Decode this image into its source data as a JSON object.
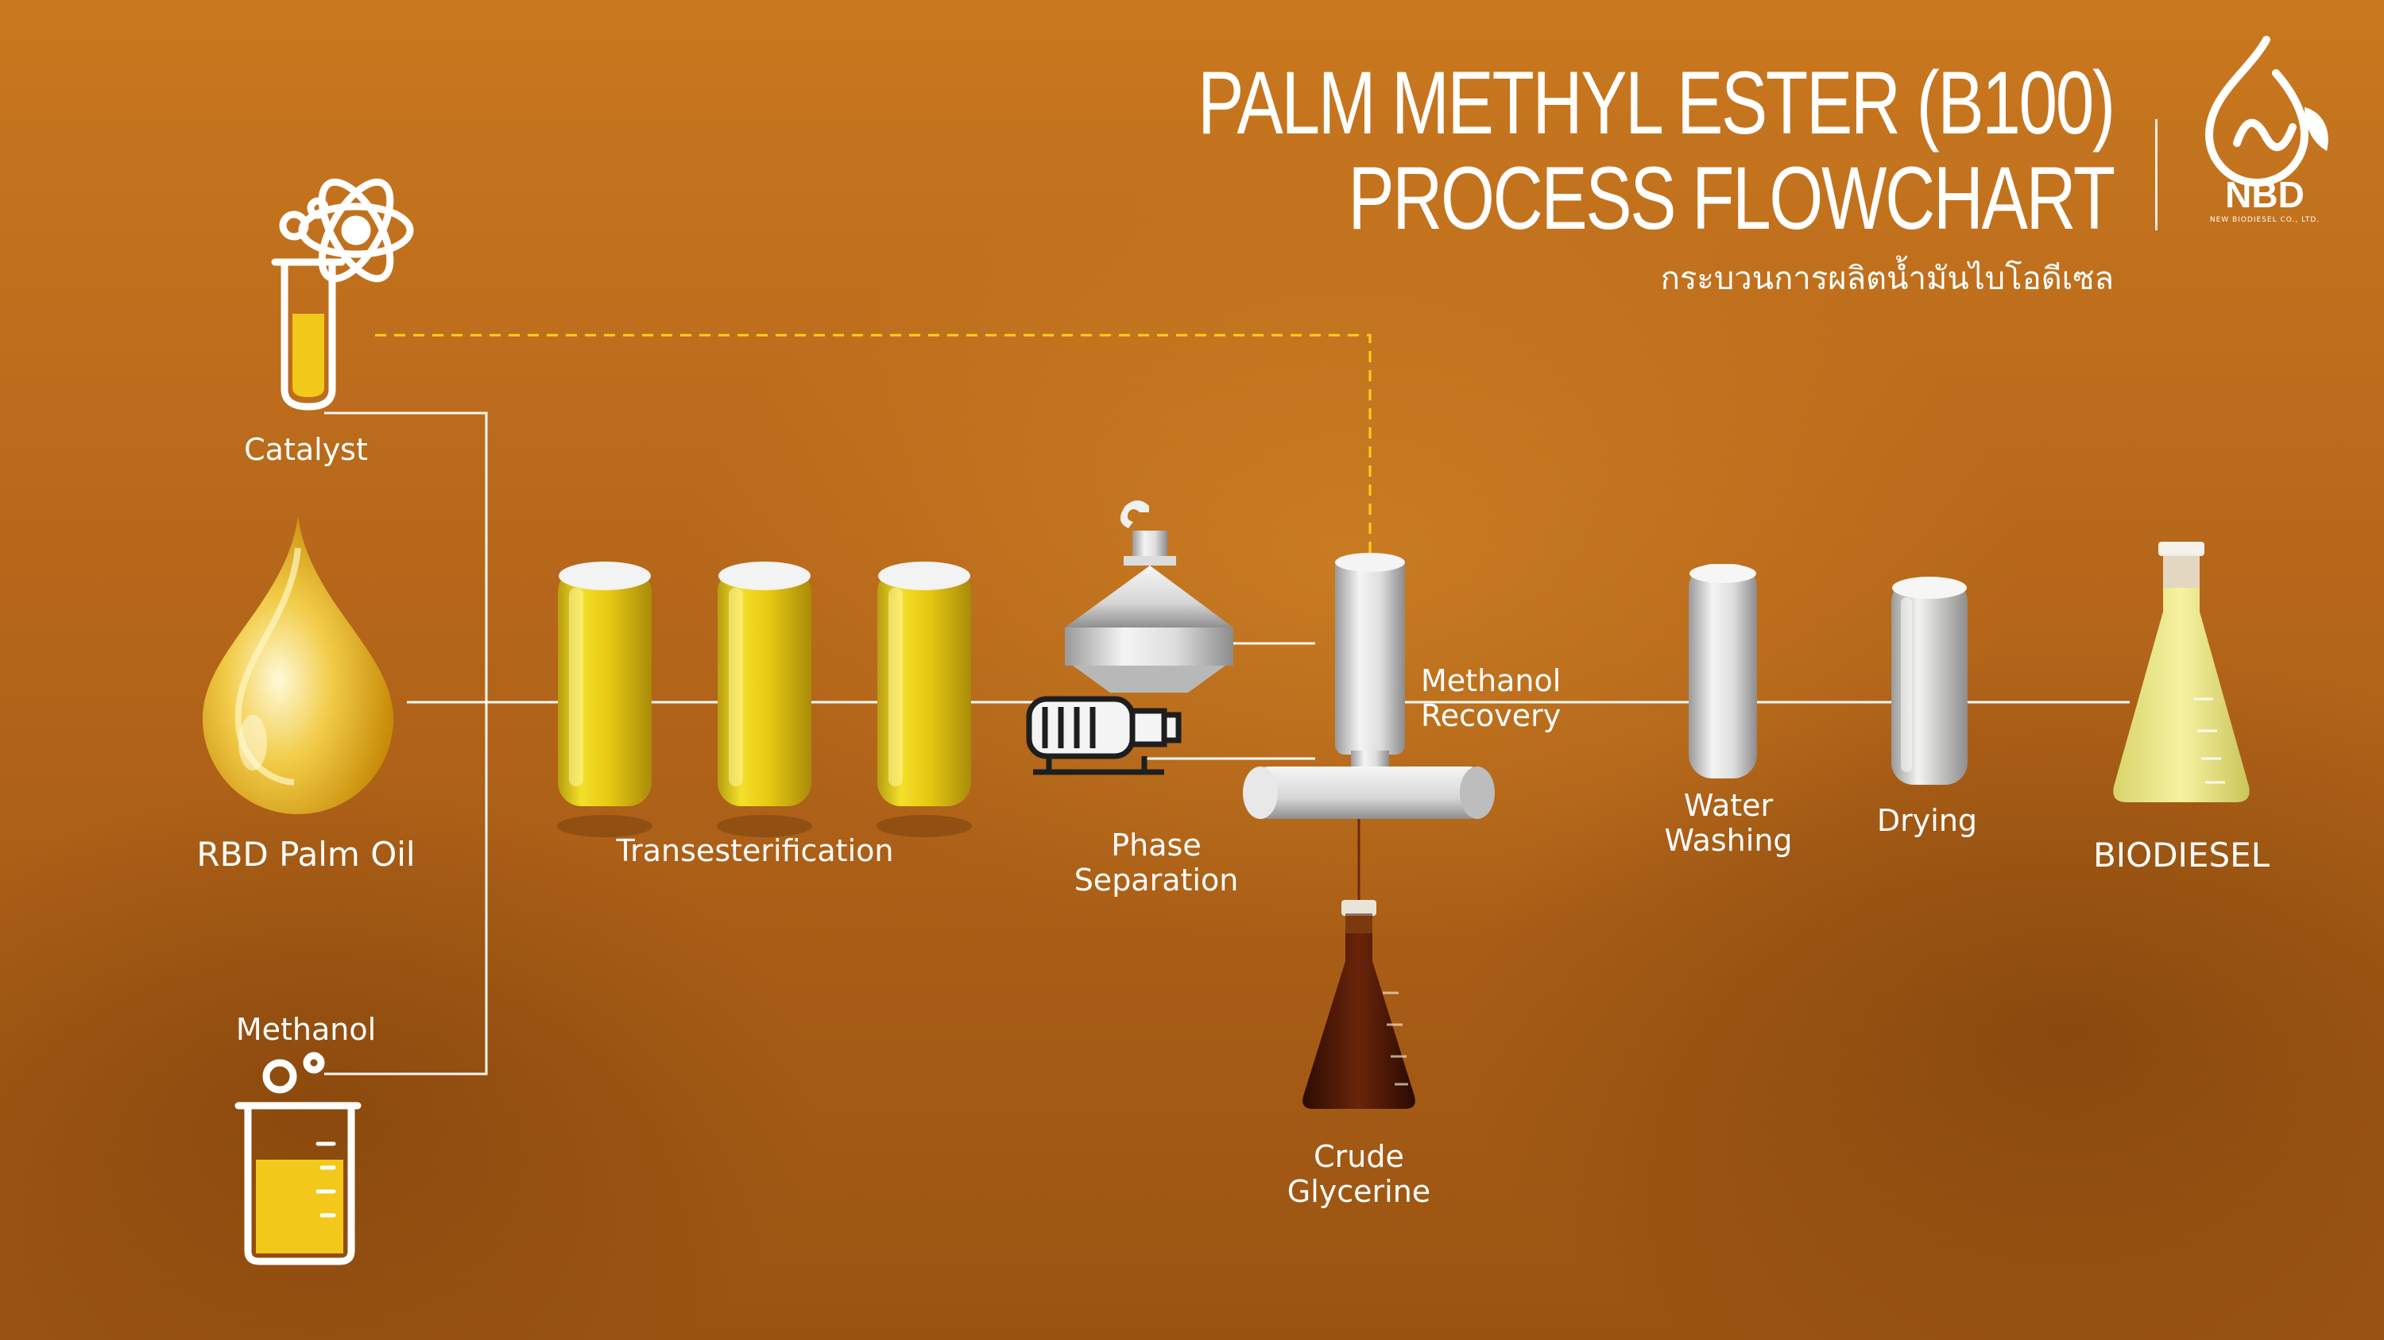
{
  "header": {
    "title_line1": "PALM METHYL ESTER (B100)",
    "title_line2": "PROCESS FLOWCHART",
    "subtitle": "กระบวนการผลิตน้ำมันไบโอดีเซล"
  },
  "logo": {
    "text": "NBD",
    "subtext": "NEW BIODIESEL CO., LTD."
  },
  "inputs": {
    "catalyst": "Catalyst",
    "palm_oil": "RBD Palm Oil",
    "methanol": "Methanol"
  },
  "stages": {
    "transesterification": "Transesterification",
    "phase_separation": "Phase\nSeparation",
    "methanol_recovery": "Methanol\nRecovery",
    "crude_glycerine": "Crude\nGlycerine",
    "water_washing": "Water\nWashing",
    "drying": "Drying",
    "biodiesel": "BIODIESEL"
  },
  "colors": {
    "background": "#b5661a",
    "oil_yellow": "#f2d21a",
    "glycerine_brown": "#5a1e08",
    "line": "#ffffff",
    "dashed_line": "#ffd21a"
  }
}
